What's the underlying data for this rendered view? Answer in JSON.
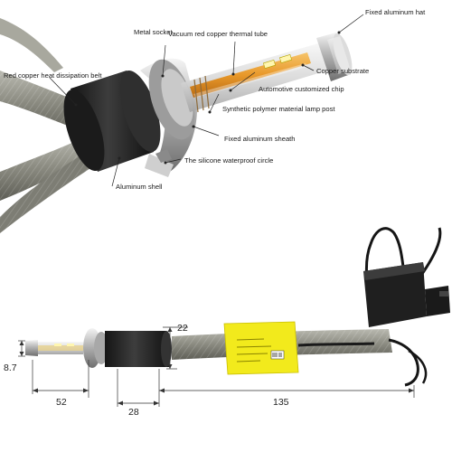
{
  "parts": {
    "fixed_aluminum_hat": "Fixed aluminum hat",
    "metal_socket": "Metal socket",
    "vacuum_copper_tube": "Vacuum red copper thermal tube",
    "copper_substrate": "Copper substrate",
    "heat_belt": "Red copper heat dissipation belt",
    "auto_chip": "Automotive customized chip",
    "polymer_post": "Synthetic polymer material lamp post",
    "aluminum_sheath": "Fixed aluminum sheath",
    "waterproof_circle": "The silicone waterproof circle",
    "aluminum_shell": "Aluminum shell"
  },
  "dimensions": {
    "height": "22",
    "diameter": "8.7",
    "base_length": "52",
    "mid_length": "28",
    "total_length": "135"
  },
  "colors": {
    "copper_tube": "#e8982a",
    "shell": "#2a2a2a",
    "label_yellow": "#f2ea1c",
    "braid": "#8c8c82"
  }
}
